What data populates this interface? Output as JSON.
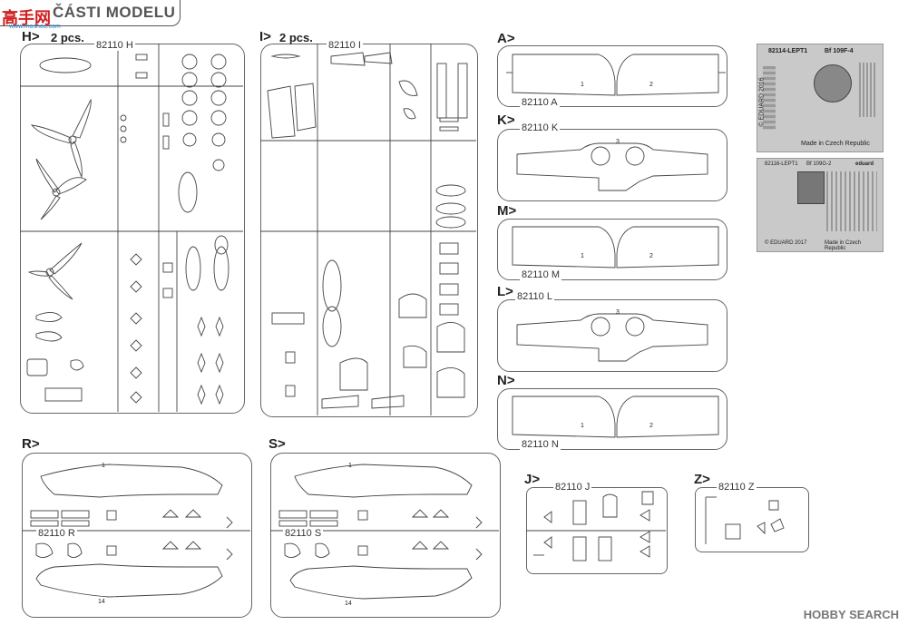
{
  "header": {
    "title": "ČÁSTI MODELU",
    "site_logo": "高手网",
    "site_sub": "www.moshou.com"
  },
  "sprues": [
    {
      "id": "H",
      "label": "H>",
      "pcs": "2 pcs.",
      "code": "82110 H"
    },
    {
      "id": "I",
      "label": "I>",
      "pcs": "2 pcs.",
      "code": "82110 I"
    },
    {
      "id": "A",
      "label": "A>",
      "code": "82110 A"
    },
    {
      "id": "K",
      "label": "K>",
      "code": "82110 K"
    },
    {
      "id": "M",
      "label": "M>",
      "code": "82110 M"
    },
    {
      "id": "L",
      "label": "L>",
      "code": "82110 L"
    },
    {
      "id": "N",
      "label": "N>",
      "code": "82110 N"
    },
    {
      "id": "R",
      "label": "R>",
      "code": "82110 R"
    },
    {
      "id": "S",
      "label": "S>",
      "code": "82110 S"
    },
    {
      "id": "J",
      "label": "J>",
      "code": "82110 J"
    },
    {
      "id": "Z",
      "label": "Z>",
      "code": "82110 Z"
    }
  ],
  "photoetch": {
    "top": {
      "code": "82114-LEPT1",
      "model": "Bf 109F-4",
      "made_in": "Made in Czech Republic",
      "copyright": "© EDUARD 2016"
    },
    "bottom": {
      "code": "82116-LEPT1",
      "model": "Bf 109G-2",
      "made_in": "Made in Czech Republic",
      "copyright": "© EDUARD 2017",
      "brand": "eduard"
    }
  },
  "wing_part_numbers": {
    "left": "1",
    "right": "2",
    "center": "3"
  },
  "fuselage_part_numbers": {
    "left_half": "1",
    "right_half": "14"
  },
  "watermark": "HOBBY SEARCH"
}
